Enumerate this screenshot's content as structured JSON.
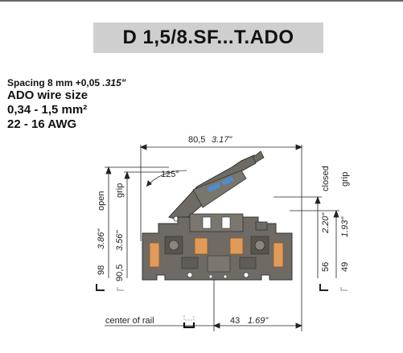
{
  "title": "D 1,5/8.SF...T.ADO",
  "specs": {
    "spacing_prefix": "Spacing 8 mm +0,05 ",
    "spacing_inch": ".315\"",
    "wire_size_label": "ADO wire size",
    "wire_size_mm": "0,34 - 1,5 mm²",
    "wire_size_awg": "22 - 16 AWG"
  },
  "drawing": {
    "width_mm": "80,5",
    "width_in": "3.17\"",
    "angle": "125°",
    "open_label": "open",
    "grip_label": "grip",
    "closed_label": "closed",
    "open_height_in": "3.86\"",
    "open_grip_height_in": "3.56\"",
    "open_height_mm": "98",
    "open_grip_height_mm": "90,5",
    "closed_height_in": "2.20\"",
    "closed_grip_height_in": "1.93\"",
    "closed_height_mm": "56",
    "closed_grip_height_mm": "49",
    "rail_label": "center of rail",
    "rail_offset_mm": "43",
    "rail_offset_in": "1.69\""
  },
  "colors": {
    "housing": "#6f6a63",
    "terminal": "#e09a5a",
    "fuse_blue": "#4a8fd0"
  }
}
